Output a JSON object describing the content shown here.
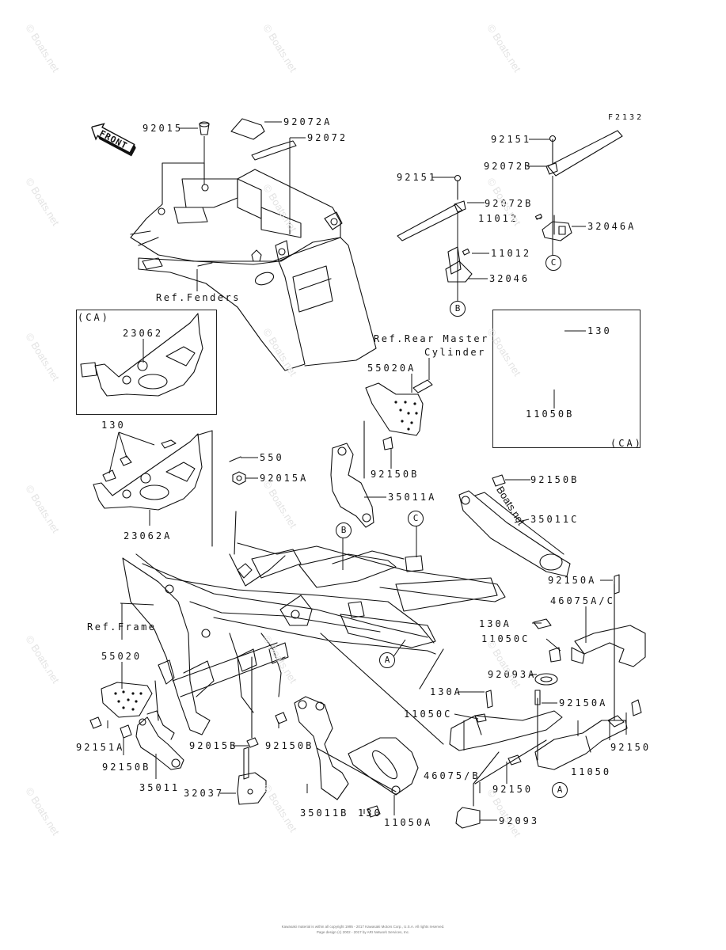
{
  "figure": {
    "code": "F2132",
    "front_arrow": "FRONT"
  },
  "boxes": {
    "left_variant_tag": "(CA)",
    "right_variant_tag": "(CA)"
  },
  "references": {
    "fenders": "Ref.Fenders",
    "rear_master_line1": "Ref.Rear Master",
    "rear_master_line2": "Cylinder",
    "frame": "Ref.Frame"
  },
  "callouts": {
    "a1": "A",
    "a2": "A",
    "b1": "B",
    "b2": "B",
    "c1": "C",
    "c2": "C"
  },
  "parts": {
    "p92015": "92015",
    "p92072A": "92072A",
    "p92072": "92072",
    "p92151_r": "92151",
    "p92072B_r": "92072B",
    "p92151_l": "92151",
    "p92072B_l": "92072B",
    "p11012_r": "11012",
    "p32046A": "32046A",
    "p11012_l": "11012",
    "p32046": "32046",
    "p23062": "23062",
    "p130_ca": "130",
    "p11050B": "11050B",
    "p55020A": "55020A",
    "p130_l": "130",
    "p550": "550",
    "p92015A": "92015A",
    "p92150B_mid": "92150B",
    "p35011A": "35011A",
    "p92150B_r": "92150B",
    "p35011C": "35011C",
    "p23062A": "23062A",
    "p92150A_top": "92150A",
    "p46075AC": "46075A/C",
    "p130A_top": "130A",
    "p11050C_top": "11050C",
    "p92093A": "92093A",
    "p55020": "55020",
    "p130A_low": "130A",
    "p92150A_low": "92150A",
    "p11050C_low": "11050C",
    "p92151A": "92151A",
    "p92150B_l": "92150B",
    "p92015B": "92015B",
    "p92150B_c": "92150B",
    "p92150_r": "92150",
    "p11050": "11050",
    "p46075B": "46075/B",
    "p92150_low": "92150",
    "p35011": "35011",
    "p32037": "32037",
    "p35011B": "35011B",
    "p130_low": "130",
    "p11050A": "11050A",
    "p92093": "92093"
  },
  "watermark": "© Boats.net",
  "watermark_inline": "Boats.net",
  "footer": {
    "line1": "Kawasaki material is within all copyright 1995 - 2017 Kawasaki Motors Corp., U.S.A. All rights reserved.",
    "line2": "Page design (c) 2002 - 2017 by ARI Network Services, Inc."
  }
}
